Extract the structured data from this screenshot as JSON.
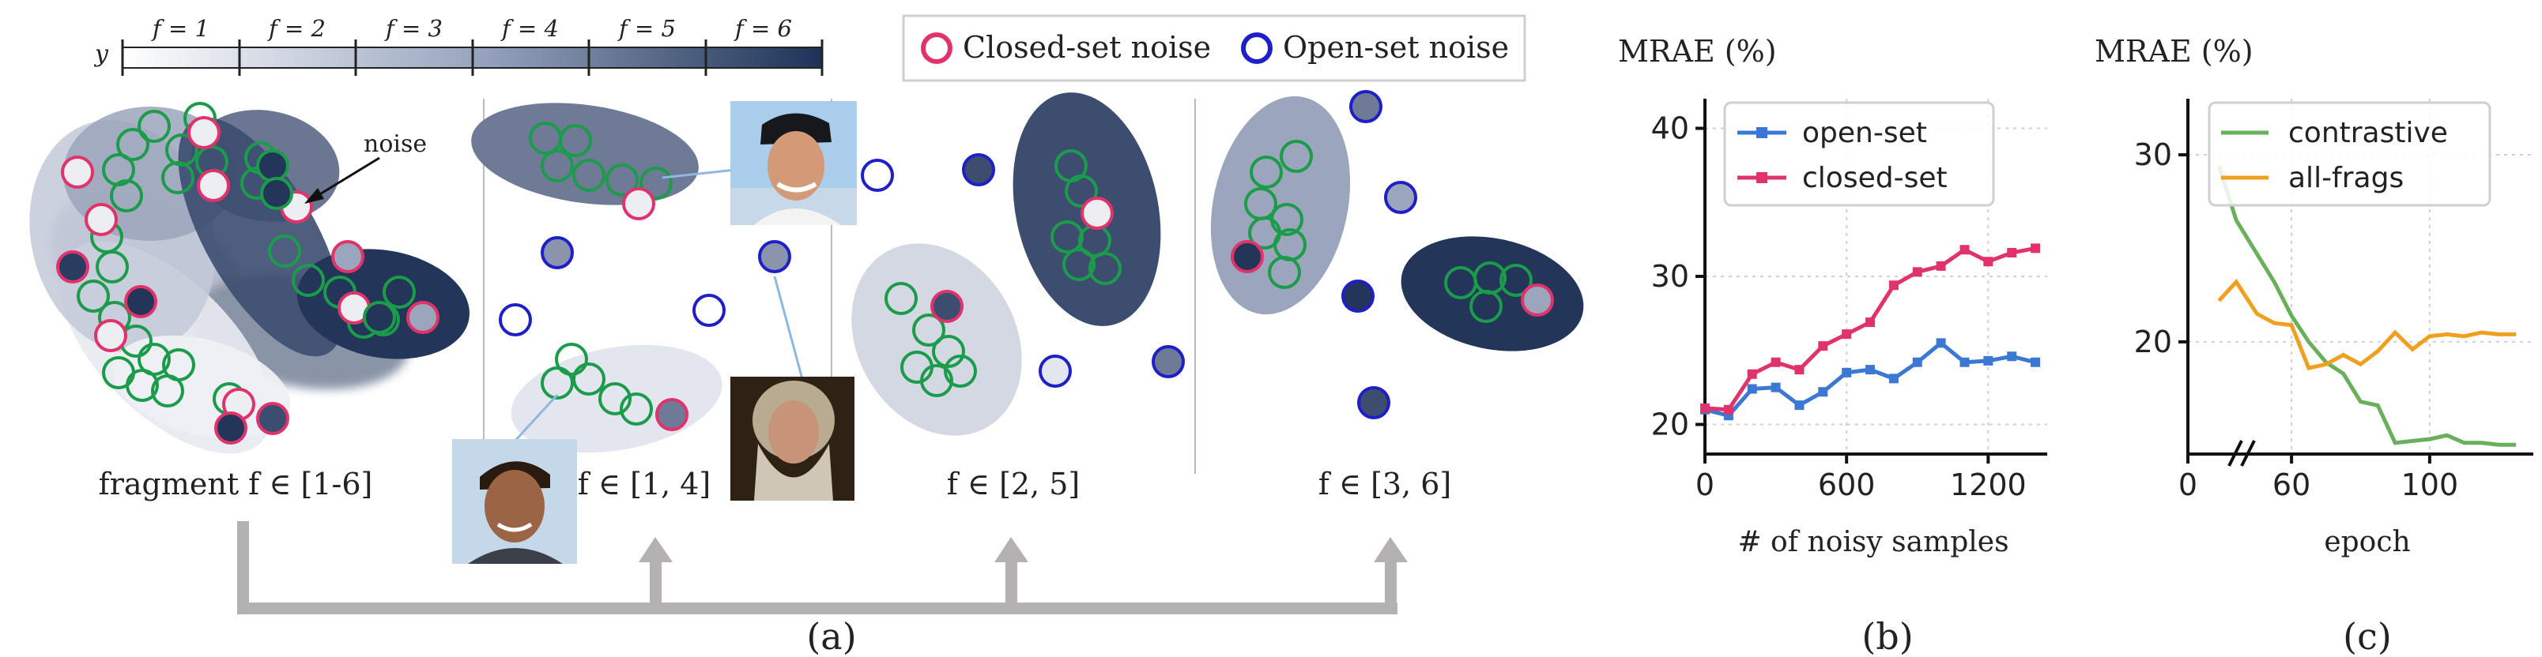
{
  "panel_a": {
    "colorbar": {
      "y_label": "y",
      "fragment_labels": [
        "f = 1",
        "f = 2",
        "f = 3",
        "f = 4",
        "f = 5",
        "f = 6"
      ]
    },
    "legend": {
      "closed_label": "Closed-set noise",
      "open_label": "Open-set noise",
      "closed_color": "#e0336b",
      "open_color": "#1f1fc8",
      "clean_color": "#1a9c4a"
    },
    "noise_annotation": "noise",
    "subplot_labels": [
      "fragment f ∈ [1-6]",
      "f ∈ [1, 4]",
      "f ∈ [2, 5]",
      "f ∈ [3, 6]"
    ],
    "caption": "(a)"
  },
  "chart_data": [
    {
      "type": "line",
      "caption": "(b)",
      "title": "",
      "ylabel": "MRAE (%)",
      "xlabel": "# of noisy samples",
      "xlim": [
        0,
        1450
      ],
      "ylim": [
        18,
        42
      ],
      "xticks": [
        0,
        600,
        1200
      ],
      "yticks": [
        20,
        30,
        40
      ],
      "grid": true,
      "legend_position": "top-left",
      "series": [
        {
          "name": "open-set",
          "color": "#3a78d4",
          "x": [
            0,
            100,
            200,
            300,
            400,
            500,
            600,
            700,
            800,
            900,
            1000,
            1100,
            1200,
            1300,
            1400
          ],
          "y": [
            21.0,
            20.6,
            22.4,
            22.5,
            21.3,
            22.2,
            23.5,
            23.7,
            23.1,
            24.2,
            25.5,
            24.2,
            24.3,
            24.6,
            24.2
          ]
        },
        {
          "name": "closed-set",
          "color": "#e0336b",
          "x": [
            0,
            100,
            200,
            300,
            400,
            500,
            600,
            700,
            800,
            900,
            1000,
            1100,
            1200,
            1300,
            1400
          ],
          "y": [
            21.1,
            21.0,
            23.4,
            24.2,
            23.7,
            25.3,
            26.1,
            26.9,
            29.4,
            30.3,
            30.7,
            31.8,
            31.0,
            31.6,
            31.9
          ]
        }
      ]
    },
    {
      "type": "line",
      "caption": "(c)",
      "title": "",
      "ylabel": "MRAE (%)",
      "xlabel": "epoch",
      "xlim": [
        30,
        130
      ],
      "ylim": [
        14,
        33
      ],
      "xticks": [
        0,
        60,
        100
      ],
      "yticks": [
        20,
        30
      ],
      "axis_break": true,
      "grid": true,
      "legend_position": "top-right",
      "series": [
        {
          "name": "contrastive",
          "color": "#6aaf5c",
          "x": [
            39,
            44,
            50,
            55,
            60,
            65,
            70,
            75,
            80,
            85,
            90,
            95,
            100,
            105,
            110,
            115,
            120,
            125
          ],
          "y": [
            29.4,
            26.5,
            24.7,
            23.2,
            21.4,
            20.0,
            18.9,
            18.3,
            16.8,
            16.6,
            14.6,
            14.7,
            14.8,
            15.0,
            14.6,
            14.6,
            14.5,
            14.5
          ]
        },
        {
          "name": "all-frags",
          "color": "#f0a020",
          "x": [
            39,
            44,
            50,
            55,
            60,
            65,
            70,
            75,
            80,
            85,
            90,
            95,
            100,
            105,
            110,
            115,
            120,
            125
          ],
          "y": [
            22.2,
            23.2,
            21.5,
            21.0,
            20.9,
            18.6,
            18.8,
            19.3,
            18.8,
            19.5,
            20.5,
            19.6,
            20.3,
            20.4,
            20.3,
            20.5,
            20.4,
            20.4
          ]
        }
      ]
    }
  ]
}
